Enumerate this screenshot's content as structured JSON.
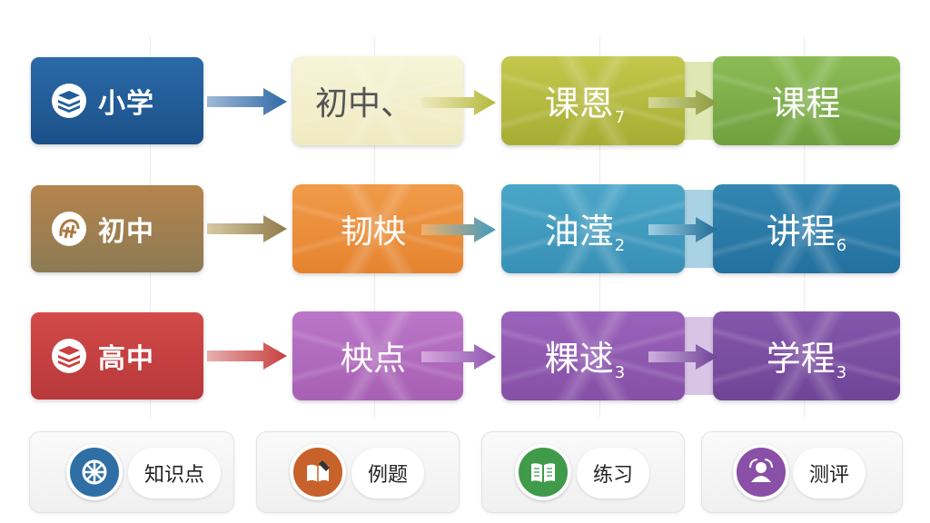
{
  "colors": {
    "row1_level": "#1f5d9a",
    "row2_level": "#a97a45",
    "row3_level": "#c8403f",
    "row1_mid": "#f4f0cc",
    "row2_mid": "#ea8f3c",
    "row3_mid": "#b26cc0",
    "row1_stage": "#b3b93a",
    "row1_course": "#7cad47",
    "row2_stage": "#3f9bc0",
    "row2_course": "#2c7aa8",
    "row3_stage": "#9058b0",
    "row3_course": "#7a4ba2"
  },
  "rows": [
    {
      "level": "小学",
      "level_icon": "book-stack-icon",
      "mid": "初中、",
      "stage_main": "课恩",
      "stage_sub": "7",
      "course_main": "课程",
      "course_sub": ""
    },
    {
      "level": "初中",
      "level_icon": "brain-gear-icon",
      "mid": "韧柍",
      "stage_main": "油滢",
      "stage_sub": "2",
      "course_main": "讲程",
      "course_sub": "6"
    },
    {
      "level": "高中",
      "level_icon": "book-stack-icon",
      "mid": "柍点",
      "stage_main": "粿逑",
      "stage_sub": "3",
      "course_main": "学程",
      "course_sub": "3"
    }
  ],
  "tools": [
    {
      "label": "知识点",
      "icon": "knowledge-icon",
      "color": "#2f6fa6"
    },
    {
      "label": "例题",
      "icon": "notebook-pen-icon",
      "color": "#c7622b"
    },
    {
      "label": "练习",
      "icon": "open-book-icon",
      "color": "#3f9a4a"
    },
    {
      "label": "测评",
      "icon": "assessment-icon",
      "color": "#8a4fa6"
    }
  ]
}
